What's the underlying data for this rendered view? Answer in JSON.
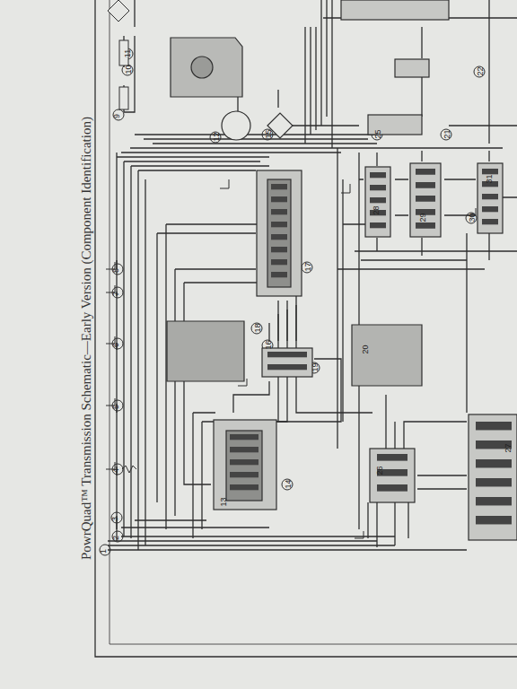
{
  "diagram": {
    "title": "PowrQuad™ Transmission Schematic—Early Version (Component Identification)",
    "labels": [
      "1",
      "2",
      "3",
      "4",
      "5",
      "6",
      "7",
      "8",
      "9",
      "10",
      "11",
      "12",
      "13",
      "14",
      "15",
      "16",
      "17",
      "18",
      "19",
      "20",
      "21",
      "22",
      "25",
      "26",
      "27",
      "28",
      "29",
      "30",
      "31"
    ]
  }
}
